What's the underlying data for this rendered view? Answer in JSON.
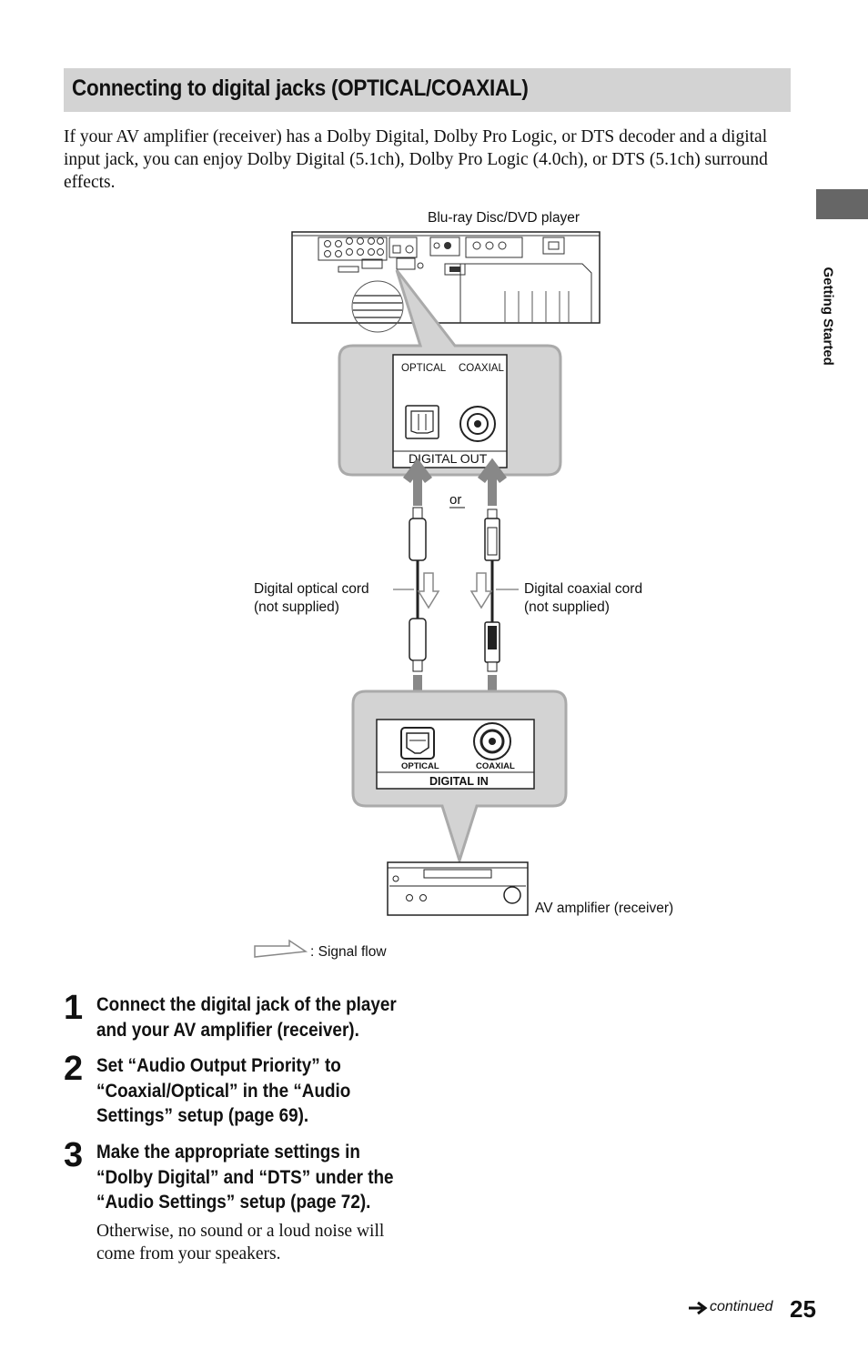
{
  "header": {
    "title": "Connecting to digital jacks (OPTICAL/COAXIAL)"
  },
  "intro": "If your AV amplifier (receiver) has a Dolby Digital, Dolby Pro Logic, or DTS decoder and a digital input jack, you can enjoy Dolby Digital (5.1ch), Dolby Pro Logic (4.0ch), or DTS (5.1ch) surround effects.",
  "side_label": "Getting Started",
  "diagram": {
    "player_label": "Blu-ray Disc/DVD player",
    "optical": "OPTICAL",
    "coaxial": "COAXIAL",
    "digital_out": "DIGITAL OUT",
    "or": "or",
    "optical_cord": "Digital optical cord",
    "coaxial_cord": "Digital coaxial cord",
    "not_supplied": "(not supplied)",
    "digital_in": "DIGITAL IN",
    "amplifier_label": "AV amplifier (receiver)",
    "signal_flow": ": Signal flow"
  },
  "steps": [
    {
      "num": "1",
      "text": "Connect the digital jack of the player and your AV amplifier (receiver)."
    },
    {
      "num": "2",
      "text": "Set “Audio Output Priority” to “Coaxial/Optical” in the “Audio Settings” setup (page 69)."
    },
    {
      "num": "3",
      "text": "Make the appropriate settings in “Dolby Digital” and “DTS” under the “Audio Settings” setup (page 72).",
      "note": "Otherwise, no sound or a loud noise will come from your speakers."
    }
  ],
  "footer": {
    "continued": "continued",
    "arrow_icon": "right-arrow-icon",
    "page": "25"
  }
}
